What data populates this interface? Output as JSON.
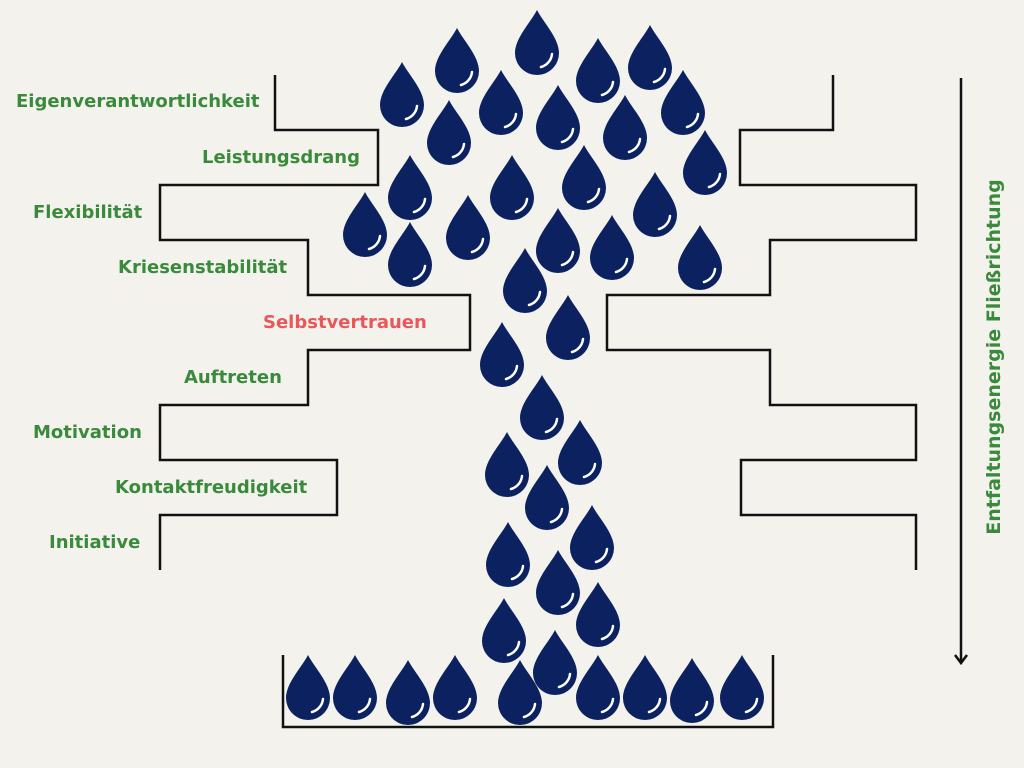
{
  "labels": [
    {
      "text": "Eigenverantwortlichkeit"
    },
    {
      "text": "Leistungsdrang"
    },
    {
      "text": "Flexibilität"
    },
    {
      "text": "Kriesenstabilität"
    },
    {
      "text": "Selbstvertrauen",
      "highlight": true
    },
    {
      "text": "Auftreten"
    },
    {
      "text": "Motivation"
    },
    {
      "text": "Kontaktfreudigkeit"
    },
    {
      "text": "Initiative"
    }
  ],
  "flow_label": "Entfaltungsenergie Fließrichtung",
  "colors": {
    "background": "#f4f2ed",
    "label": "#3a8a3c",
    "highlight": "#e8575a",
    "drop": "#0b2160",
    "line": "#111111"
  },
  "drop_icon": "water-drop-icon"
}
